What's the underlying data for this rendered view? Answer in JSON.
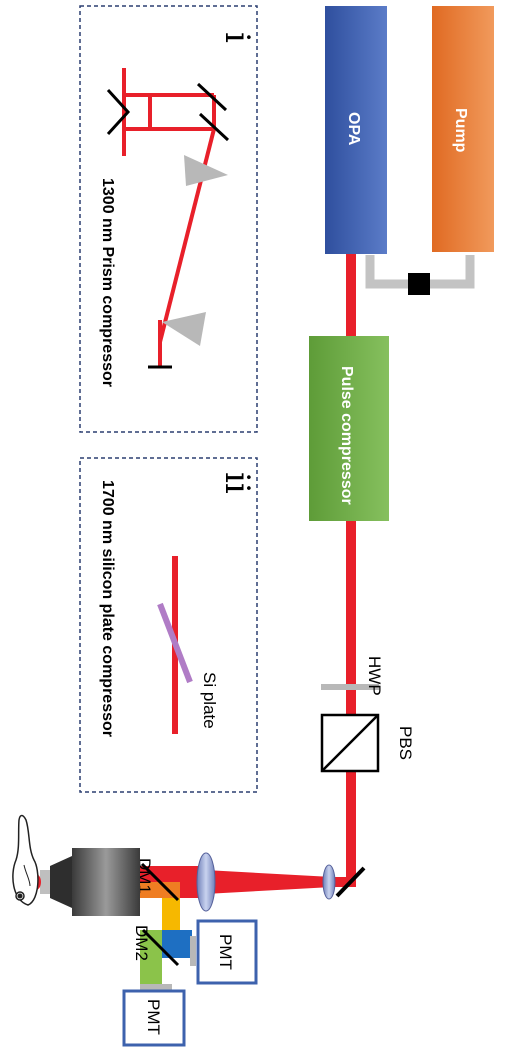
{
  "colors": {
    "laser": "#e8202a",
    "opa": "#3b5fb5",
    "pump": "#ec7b32",
    "pulse_compressor": "#6eac45",
    "si_plate": "#b07cc6",
    "prism": "#b8b8b8",
    "pmt_border": "#3d62ad",
    "inset_border": "#2c3f70"
  },
  "components": {
    "opa": "OPA",
    "pump": "Pump",
    "pulse_compressor": "Pulse compressor",
    "hwp": "HWP",
    "pbs": "PBS",
    "dm1": "DM1",
    "dm2": "DM2",
    "pmt1": "PMT",
    "pmt2": "PMT"
  },
  "insets": {
    "prism": {
      "numeral": "i",
      "caption": "1300 nm Prism compressor"
    },
    "silicon": {
      "numeral": "ii",
      "caption": "1700 nm silicon plate compressor",
      "plate_label": "Si plate"
    }
  }
}
